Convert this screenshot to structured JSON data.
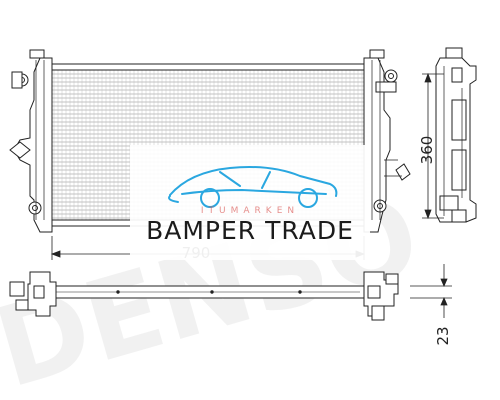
{
  "dimensions": {
    "width_label": "790",
    "height_label": "360",
    "depth_label": "23"
  },
  "brand_watermark": "DENSO",
  "overlay_logo": {
    "title": "BAMPER TRADE",
    "subtitle": "ITUMARKEN",
    "accent_color": "#2aa7e0",
    "subtitle_color": "#d9534f"
  },
  "colors": {
    "line": "#222222",
    "fin_grid": "#8a8a8a",
    "watermark": "#e6e6e6"
  }
}
